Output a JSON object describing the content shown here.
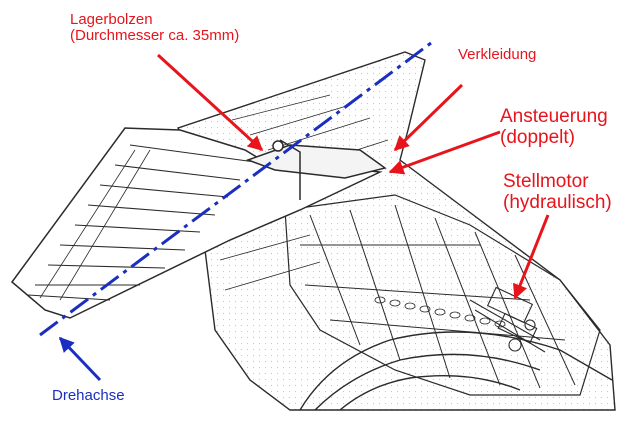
{
  "labels": {
    "lagerbolzen": {
      "line1": "Lagerbolzen",
      "line2": "(Durchmesser ca. 35mm)"
    },
    "verkleidung": {
      "text": "Verkleidung"
    },
    "ansteuerung": {
      "line1": "Ansteuerung",
      "line2": "(doppelt)"
    },
    "stellmotor": {
      "line1": "Stellmotor",
      "line2": "(hydraulisch)"
    },
    "drehachse": {
      "text": "Drehachse"
    }
  },
  "colors": {
    "callout_red": "#e8141c",
    "axis_blue": "#1a2fbf",
    "drawing_ink": "#2b2b2b",
    "background": "#ffffff"
  }
}
